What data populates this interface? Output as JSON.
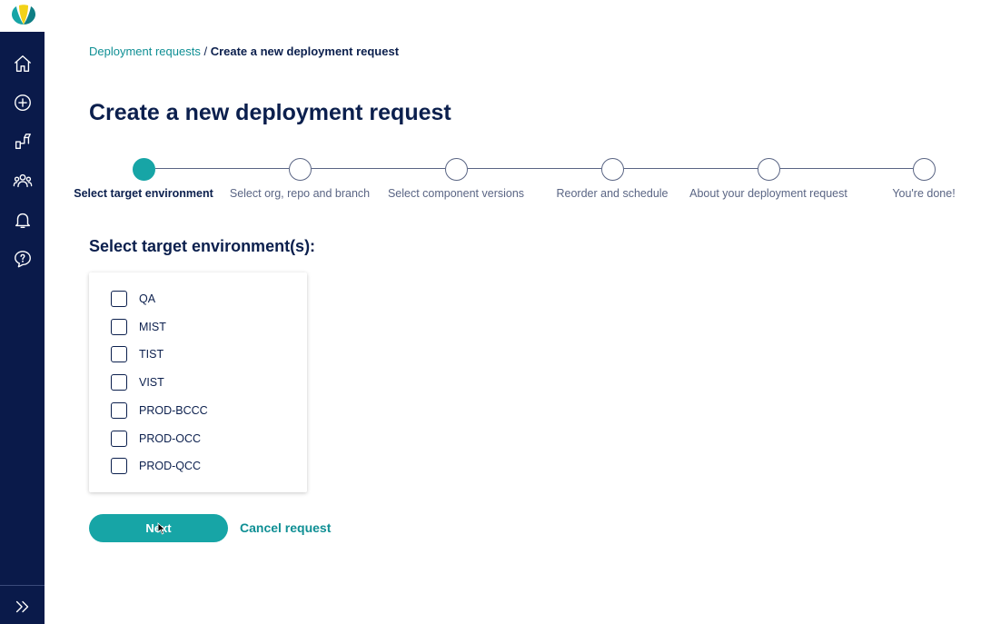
{
  "breadcrumb": {
    "parent": "Deployment requests",
    "separator": " / ",
    "current": "Create a new deployment request"
  },
  "page": {
    "title": "Create a new deployment request",
    "section_heading": "Select target environment(s):"
  },
  "stepper": {
    "steps": [
      {
        "label": "Select target environment",
        "active": true
      },
      {
        "label": "Select org, repo and branch",
        "active": false
      },
      {
        "label": "Select component versions",
        "active": false
      },
      {
        "label": "Reorder and schedule",
        "active": false
      },
      {
        "label": "About your deployment request",
        "active": false
      },
      {
        "label": "You're done!",
        "active": false
      }
    ]
  },
  "environments": [
    {
      "label": "QA",
      "checked": false
    },
    {
      "label": "MIST",
      "checked": false
    },
    {
      "label": "TIST",
      "checked": false
    },
    {
      "label": "VIST",
      "checked": false
    },
    {
      "label": "PROD-BCCC",
      "checked": false
    },
    {
      "label": "PROD-OCC",
      "checked": false
    },
    {
      "label": "PROD-QCC",
      "checked": false
    }
  ],
  "actions": {
    "next_label": "Next",
    "cancel_label": "Cancel request"
  },
  "sidebar": {
    "icons": [
      "home-icon",
      "plus-circle-icon",
      "deploy-icon",
      "team-icon",
      "bell-icon",
      "help-icon"
    ],
    "expand_icon": "double-chevron-right-icon"
  },
  "colors": {
    "sidebar_bg": "#0a1a4a",
    "accent": "#17a5a6",
    "text_dark": "#0b1f4d",
    "link": "#0f8f94"
  }
}
